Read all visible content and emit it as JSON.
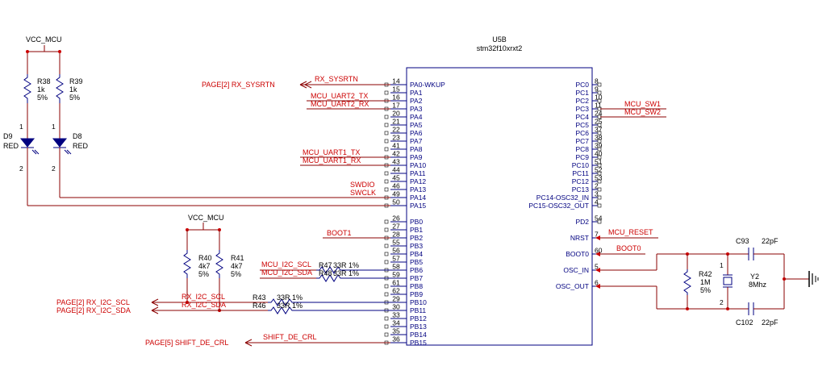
{
  "chip": {
    "ref": "U5B",
    "part": "stm32f10xrxt2"
  },
  "left_pins": [
    {
      "num": "14",
      "name": "PA0-WKUP"
    },
    {
      "num": "15",
      "name": "PA1"
    },
    {
      "num": "16",
      "name": "PA2"
    },
    {
      "num": "17",
      "name": "PA3"
    },
    {
      "num": "20",
      "name": "PA4"
    },
    {
      "num": "21",
      "name": "PA5"
    },
    {
      "num": "22",
      "name": "PA6"
    },
    {
      "num": "23",
      "name": "PA7"
    },
    {
      "num": "41",
      "name": "PA8"
    },
    {
      "num": "42",
      "name": "PA9"
    },
    {
      "num": "43",
      "name": "PA10"
    },
    {
      "num": "44",
      "name": "PA11"
    },
    {
      "num": "45",
      "name": "PA12"
    },
    {
      "num": "46",
      "name": "PA13"
    },
    {
      "num": "49",
      "name": "PA14"
    },
    {
      "num": "50",
      "name": "PA15"
    },
    {
      "num": "26",
      "name": "PB0"
    },
    {
      "num": "27",
      "name": "PB1"
    },
    {
      "num": "28",
      "name": "PB2"
    },
    {
      "num": "55",
      "name": "PB3"
    },
    {
      "num": "56",
      "name": "PB4"
    },
    {
      "num": "57",
      "name": "PB5"
    },
    {
      "num": "58",
      "name": "PB6"
    },
    {
      "num": "59",
      "name": "PB7"
    },
    {
      "num": "61",
      "name": "PB8"
    },
    {
      "num": "62",
      "name": "PB9"
    },
    {
      "num": "29",
      "name": "PB10"
    },
    {
      "num": "30",
      "name": "PB11"
    },
    {
      "num": "33",
      "name": "PB12"
    },
    {
      "num": "34",
      "name": "PB13"
    },
    {
      "num": "35",
      "name": "PB14"
    },
    {
      "num": "36",
      "name": "PB15"
    }
  ],
  "right_pins": [
    {
      "num": "8",
      "name": "PC0"
    },
    {
      "num": "9",
      "name": "PC1"
    },
    {
      "num": "10",
      "name": "PC2"
    },
    {
      "num": "11",
      "name": "PC3"
    },
    {
      "num": "24",
      "name": "PC4"
    },
    {
      "num": "25",
      "name": "PC5"
    },
    {
      "num": "37",
      "name": "PC6"
    },
    {
      "num": "38",
      "name": "PC7"
    },
    {
      "num": "39",
      "name": "PC8"
    },
    {
      "num": "40",
      "name": "PC9"
    },
    {
      "num": "51",
      "name": "PC10"
    },
    {
      "num": "52",
      "name": "PC11"
    },
    {
      "num": "53",
      "name": "PC12"
    },
    {
      "num": "2",
      "name": "PC13"
    },
    {
      "num": "3",
      "name": "PC14-OSC32_IN"
    },
    {
      "num": "4",
      "name": "PC15-OSC32_OUT"
    },
    {
      "num": "54",
      "name": "PD2"
    },
    {
      "num": "7",
      "name": "NRST"
    },
    {
      "num": "60",
      "name": "BOOT0"
    },
    {
      "num": "5",
      "name": "OSC_IN"
    },
    {
      "num": "6",
      "name": "OSC_OUT"
    }
  ],
  "nets": {
    "rx_sysrtn": "RX_SYSRTN",
    "uart2_tx": "MCU_UART2_TX",
    "uart2_rx": "MCU_UART2_RX",
    "uart1_tx": "MCU_UART1_TX",
    "uart1_rx": "MCU_UART1_RX",
    "swdio": "SWDIO",
    "swclk": "SWCLK",
    "boot1": "BOOT1",
    "i2c_scl": "MCU_I2C_SCL",
    "i2c_sda": "MCU_I2C_SDA",
    "rx_i2c_scl": "RX_I2C_SCL",
    "rx_i2c_sda": "RX_I2C_SDA",
    "shift_de_crl": "SHIFT_DE_CRL",
    "sw1": "MCU_SW1",
    "sw2": "MCU_SW2",
    "reset": "MCU_RESET",
    "boot0": "BOOT0"
  },
  "offpage": {
    "rx_sysrtn": "PAGE[2]  RX_SYSRTN",
    "rx_i2c_scl": "PAGE[2]  RX_I2C_SCL",
    "rx_i2c_sda": "PAGE[2]  RX_I2C_SDA",
    "shift": "PAGE[5]  SHIFT_DE_CRL"
  },
  "power": {
    "vcc1": "VCC_MCU",
    "vcc2": "VCC_MCU"
  },
  "r38": {
    "ref": "R38",
    "val": "1k",
    "tol": "5%"
  },
  "r39": {
    "ref": "R39",
    "val": "1k",
    "tol": "5%"
  },
  "d9": {
    "ref": "D9",
    "color": "RED",
    "p1": "1",
    "p2": "2"
  },
  "d8": {
    "ref": "D8",
    "color": "RED",
    "p1": "1",
    "p2": "2"
  },
  "r40": {
    "ref": "R40",
    "val": "4k7",
    "tol": "5%"
  },
  "r41": {
    "ref": "R41",
    "val": "4k7",
    "tol": "5%"
  },
  "r47": {
    "ref": "R47",
    "val": "33R 1%"
  },
  "r48": {
    "ref": "R48",
    "val": "33R 1%"
  },
  "r43": {
    "ref": "R43",
    "val": "33R 1%"
  },
  "r46": {
    "ref": "R46",
    "val": "33R 1%"
  },
  "r42": {
    "ref": "R42",
    "val": "1M",
    "tol": "5%"
  },
  "y2": {
    "ref": "Y2",
    "val": "8Mhz",
    "p1": "1",
    "p2": "2"
  },
  "c93": {
    "ref": "C93",
    "val": "22pF"
  },
  "c102": {
    "ref": "C102",
    "val": "22pF"
  }
}
